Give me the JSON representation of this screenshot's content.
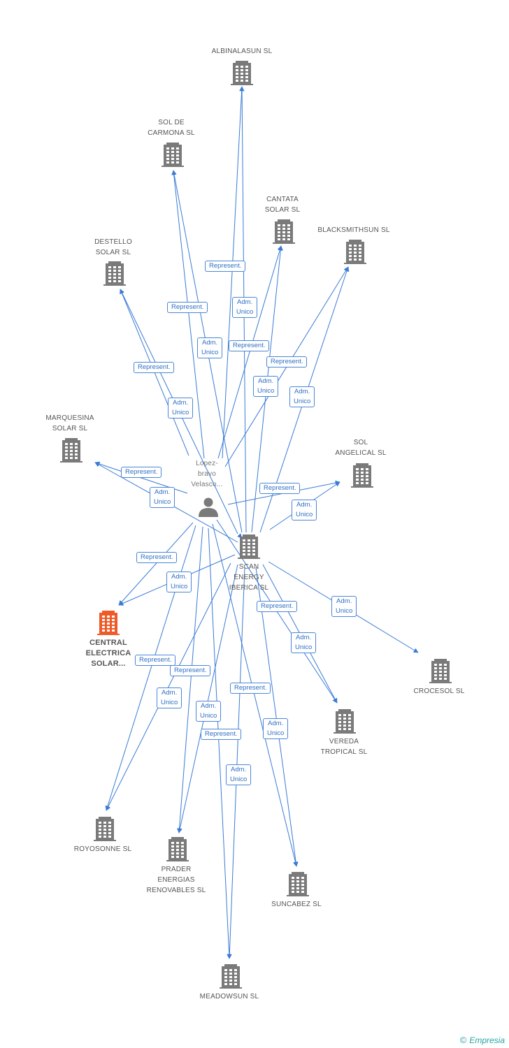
{
  "nodes": [
    {
      "id": "albinalasun",
      "label": [
        "ALBINALASUN SL"
      ],
      "kind": "company"
    },
    {
      "id": "sol_carmona",
      "label": [
        "SOL DE",
        "CARMONA SL"
      ],
      "kind": "company"
    },
    {
      "id": "cantata",
      "label": [
        "CANTATA",
        "SOLAR SL"
      ],
      "kind": "company"
    },
    {
      "id": "blacksmithsun",
      "label": [
        "BLACKSMITHSUN SL"
      ],
      "kind": "company"
    },
    {
      "id": "destello",
      "label": [
        "DESTELLO",
        "SOLAR SL"
      ],
      "kind": "company"
    },
    {
      "id": "marquesina",
      "label": [
        "MARQUESINA",
        "SOLAR SL"
      ],
      "kind": "company"
    },
    {
      "id": "sol_angelical",
      "label": [
        "SOL",
        "ANGELICAL SL"
      ],
      "kind": "company"
    },
    {
      "id": "person",
      "label": [
        "Lopez-",
        "bravo",
        "Velasco..."
      ],
      "kind": "person"
    },
    {
      "id": "scan",
      "label": [
        "SCAN",
        "ENERGY",
        "IBERICA SL"
      ],
      "kind": "company"
    },
    {
      "id": "central",
      "label": [
        "CENTRAL",
        "ELECTRICA",
        "SOLAR..."
      ],
      "kind": "focus"
    },
    {
      "id": "crocesol",
      "label": [
        "CROCESOL SL"
      ],
      "kind": "company"
    },
    {
      "id": "vereda",
      "label": [
        "VEREDA",
        "TROPICAL SL"
      ],
      "kind": "company"
    },
    {
      "id": "royosonne",
      "label": [
        "ROYOSONNE SL"
      ],
      "kind": "company"
    },
    {
      "id": "prader",
      "label": [
        "PRADER",
        "ENERGIAS",
        "RENOVABLES SL"
      ],
      "kind": "company"
    },
    {
      "id": "suncabez",
      "label": [
        "SUNCABEZ SL"
      ],
      "kind": "company"
    },
    {
      "id": "meadowsun",
      "label": [
        "MEADOWSUN SL"
      ],
      "kind": "company"
    }
  ],
  "edges": [
    {
      "from": "person",
      "to": "albinalasun",
      "label": [
        "Represent."
      ]
    },
    {
      "from": "scan",
      "to": "albinalasun",
      "label": [
        "Adm.",
        "Unico"
      ]
    },
    {
      "from": "person",
      "to": "sol_carmona",
      "label": [
        "Represent."
      ]
    },
    {
      "from": "scan",
      "to": "sol_carmona",
      "label": [
        "Adm.",
        "Unico"
      ]
    },
    {
      "from": "person",
      "to": "cantata",
      "label": [
        "Represent."
      ]
    },
    {
      "from": "scan",
      "to": "cantata",
      "label": [
        "Adm.",
        "Unico"
      ]
    },
    {
      "from": "person",
      "to": "blacksmithsun",
      "label": [
        "Represent."
      ]
    },
    {
      "from": "scan",
      "to": "blacksmithsun",
      "label": [
        "Adm.",
        "Unico"
      ]
    },
    {
      "from": "person",
      "to": "destello",
      "label": [
        "Represent."
      ]
    },
    {
      "from": "scan",
      "to": "destello",
      "label": [
        "Adm.",
        "Unico"
      ]
    },
    {
      "from": "person",
      "to": "marquesina",
      "label": [
        "Represent."
      ]
    },
    {
      "from": "scan",
      "to": "marquesina",
      "label": [
        "Adm.",
        "Unico"
      ]
    },
    {
      "from": "person",
      "to": "sol_angelical",
      "label": [
        "Represent."
      ]
    },
    {
      "from": "scan",
      "to": "sol_angelical",
      "label": [
        "Adm.",
        "Unico"
      ]
    },
    {
      "from": "person",
      "to": "central",
      "label": [
        "Represent."
      ]
    },
    {
      "from": "scan",
      "to": "central",
      "label": [
        "Adm.",
        "Unico"
      ]
    },
    {
      "from": "scan",
      "to": "crocesol",
      "label": [
        "Adm.",
        "Unico"
      ]
    },
    {
      "from": "person",
      "to": "vereda",
      "label": [
        "Represent."
      ]
    },
    {
      "from": "scan",
      "to": "vereda",
      "label": [
        "Adm.",
        "Unico"
      ]
    },
    {
      "from": "person",
      "to": "royosonne",
      "label": [
        "Represent."
      ]
    },
    {
      "from": "scan",
      "to": "royosonne",
      "label": [
        "Adm.",
        "Unico"
      ]
    },
    {
      "from": "person",
      "to": "prader",
      "label": [
        "Represent."
      ]
    },
    {
      "from": "scan",
      "to": "prader",
      "label": [
        "Adm.",
        "Unico"
      ]
    },
    {
      "from": "person",
      "to": "suncabez",
      "label": [
        "Represent."
      ]
    },
    {
      "from": "scan",
      "to": "suncabez",
      "label": [
        "Adm.",
        "Unico"
      ]
    },
    {
      "from": "person",
      "to": "meadowsun",
      "label": [
        "Represent."
      ]
    },
    {
      "from": "scan",
      "to": "meadowsun",
      "label": [
        "Adm.",
        "Unico"
      ]
    },
    {
      "from": "person",
      "to": "scan",
      "label": []
    }
  ],
  "colors": {
    "edge": "#3a7bd5",
    "node": "#7a7a7a",
    "focus": "#f05a28",
    "badge_border": "#4a86d8",
    "badge_text": "#2f6fc4"
  },
  "footer": {
    "copyright": "©",
    "brand": "Empresia"
  }
}
